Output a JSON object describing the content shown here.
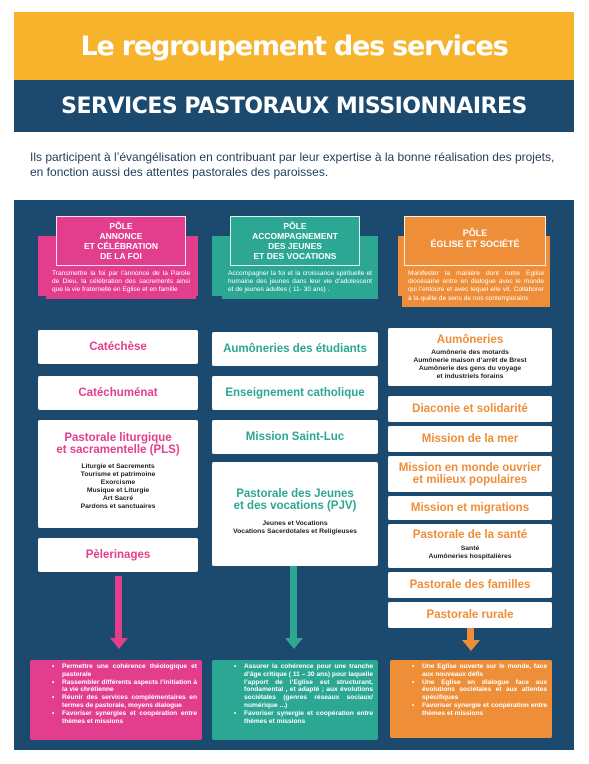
{
  "header": {
    "title": "Le regroupement des services",
    "subtitle": "SERVICES PASTORAUX MISSIONNAIRES"
  },
  "intro": "Ils participent à l’évangélisation en contribuant par leur expertise à la bonne réalisation des projets, en fonction aussi des attentes pastorales des paroisses.",
  "colors": {
    "banner": "#f7b32b",
    "navy": "#1b4a6e",
    "pink": "#e33e8e",
    "teal": "#2ba794",
    "orange": "#ee8e39"
  },
  "poles": {
    "pink": {
      "title_lines": [
        "PÔLE",
        "ANNONCE",
        "ET CÉLÉBRATION",
        "DE LA FOI"
      ],
      "description": "Transmettre la foi par l’annonce de la Parole de Dieu, la célébration des sacrements ainsi que la vie fraternelle en Eglise et en famille",
      "services": {
        "catechese": "Catéchèse",
        "catechumenat": "Catéchuménat",
        "pls_title_1": "Pastorale liturgique",
        "pls_title_2": "et sacramentelle (PLS)",
        "pls_items": [
          "Liturgie et Sacrements",
          "Tourisme et patrimoine",
          "Exorcisme",
          "Musique et Liturgie",
          "Art Sacré",
          "Pardons et sanctuaires"
        ],
        "pelerinages": "Pèlerinages"
      },
      "bullets": [
        "Permettre une cohérence théologique et pastorale",
        "Rassembler différents aspects l’initiation à la vie chrétienne",
        "Réunir des services complémentaires en termes de pastorale, moyens dialogue",
        "Favoriser synergies et coopération entre thèmes et missions"
      ]
    },
    "teal": {
      "title_lines": [
        "PÔLE",
        "ACCOMPAGNEMENT",
        "DES JEUNES",
        "ET DES VOCATIONS"
      ],
      "description": "Accompagner la foi et la croissance spirituelle et humaine des jeunes dans leur vie d’adolescent et de jeunes adultes ( 11- 30 ans) .",
      "services": {
        "aumoneries_etudiants": "Aumôneries des étudiants",
        "enseignement": "Enseignement catholique",
        "saint_luc": "Mission Saint-Luc",
        "pjv_title_1": "Pastorale des Jeunes",
        "pjv_title_2": "et des vocations (PJV)",
        "pjv_items": [
          "Jeunes et Vocations",
          "Vocations Sacerdotales et Religieuses"
        ]
      },
      "bullets": [
        "Assurer la cohérence pour une tranche d’âge critique ( 11 – 30 ans) pour laquelle l’apport de l’Eglise est structurant, fondamental , et adapté ; aux évolutions sociétales (genres réseaux sociaux/ numérique ...)",
        "Favoriser synergie et coopération entre thèmes et missions"
      ]
    },
    "orange": {
      "title_lines": [
        "PÔLE",
        "ÉGLISE ET SOCIÉTÉ"
      ],
      "description": "Manifester la manière dont notre Eglise diocésaine entre en dialogue avec le monde qui l’entoure et avec lequel elle vit. Collaborer à la quête de sens de nos contemporains",
      "services": {
        "aumoneries_title": "Aumôneries",
        "aumoneries_items": [
          "Aumônerie des motards",
          "Aumônerie maison d’arrêt de Brest",
          "Aumônerie des gens du voyage",
          "et industriels forains"
        ],
        "diaconie": "Diaconie et solidarité",
        "mission_mer": "Mission de la mer",
        "monde_ouvrier_1": "Mission en monde ouvrier",
        "monde_ouvrier_2": "et milieux populaires",
        "migrations": "Mission et migrations",
        "sante_title": "Pastorale de la santé",
        "sante_items": [
          "Santé",
          "Aumôneries hospitalières"
        ],
        "familles": "Pastorale des familles",
        "rurale": "Pastorale rurale"
      },
      "bullets": [
        "Une Eglise ouverte sur le monde, face aux nouveaux défis",
        "Une Eglise en dialogue face aux évolutions sociétales et aux attentes spécifiques",
        "Favoriser synergie et coopération entre thèmes et missions"
      ]
    }
  }
}
